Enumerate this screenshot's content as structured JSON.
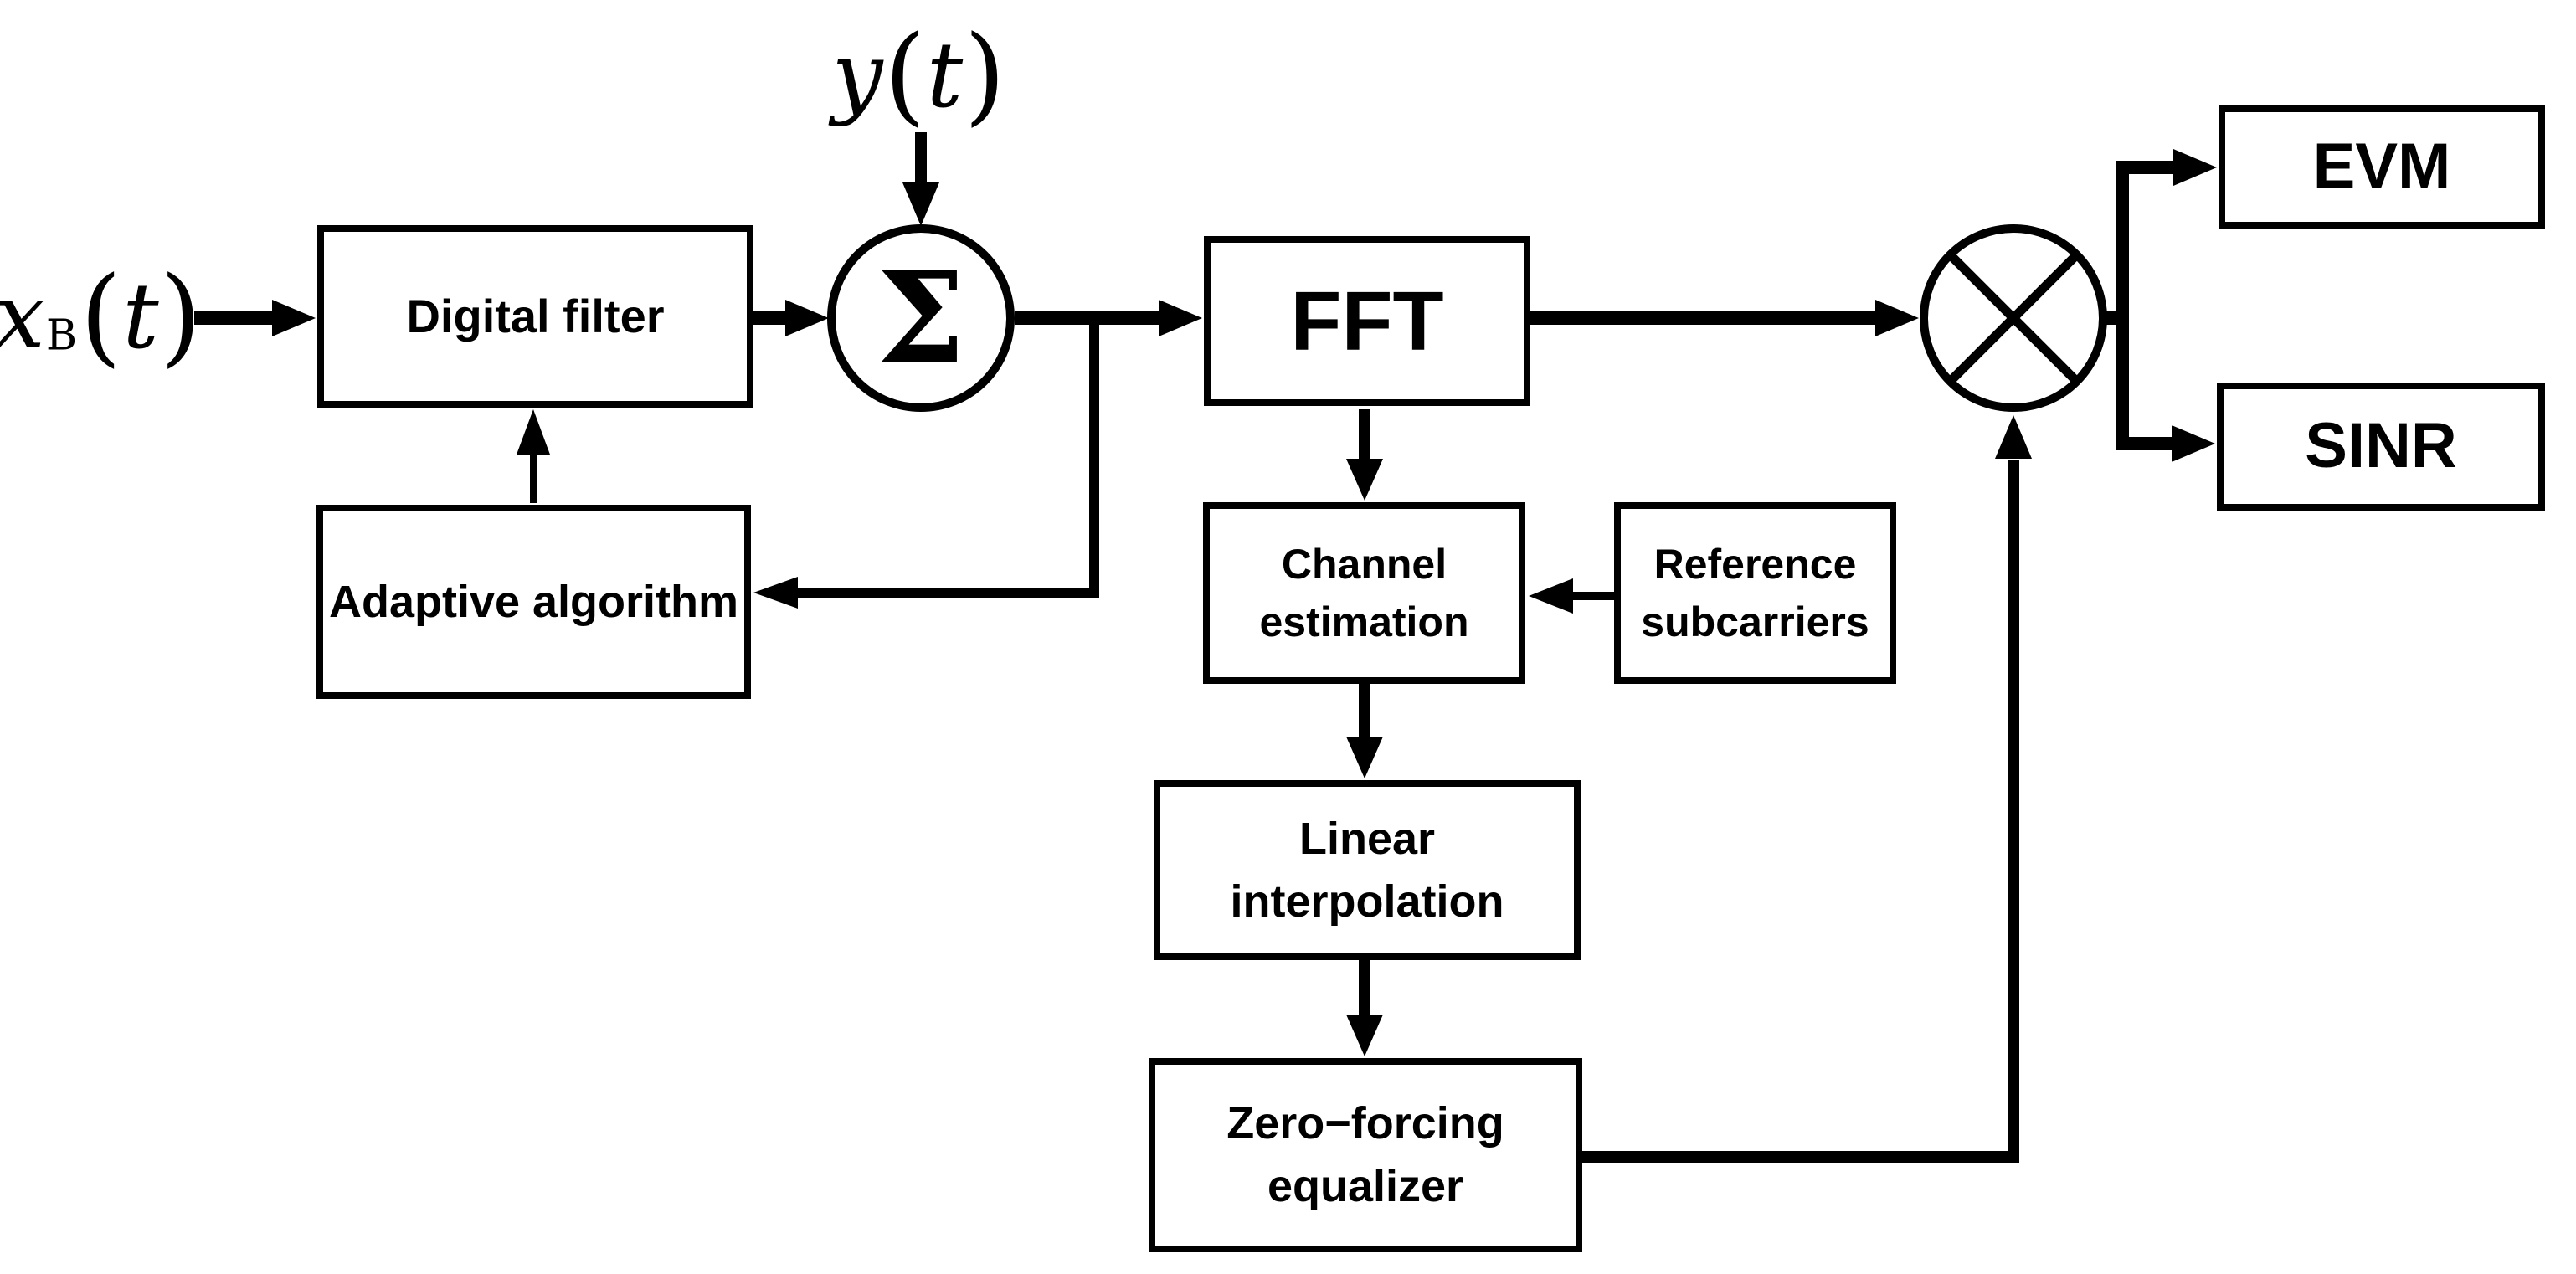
{
  "colors": {
    "background": "#ffffff",
    "line": "#000000"
  },
  "signals": {
    "input": {
      "base": "x",
      "sub": "B",
      "open": "(",
      "arg": "t",
      "close": ")"
    },
    "added": {
      "base": "y",
      "open": "(",
      "arg": "t",
      "close": ")"
    }
  },
  "nodes": {
    "digital_filter": {
      "label": "Digital filter"
    },
    "adaptive_algorithm": {
      "label": "Adaptive algorithm"
    },
    "summation": {
      "symbol": "Σ"
    },
    "fft": {
      "label": "FFT"
    },
    "channel_estimation": {
      "label": "Channel\nestimation"
    },
    "reference_subcarriers": {
      "label": "Reference\nsubcarriers"
    },
    "linear_interpolation": {
      "label": "Linear interpolation"
    },
    "zero_forcing_equalizer": {
      "label": "Zero−forcing\nequalizer"
    },
    "multiplier": {
      "icon": "multiply-cross"
    },
    "evm": {
      "label": "EVM"
    },
    "sinr": {
      "label": "SINR"
    }
  },
  "edges": [
    {
      "from": "x_B(t)",
      "to": "digital_filter"
    },
    {
      "from": "digital_filter",
      "to": "summation"
    },
    {
      "from": "y(t)",
      "to": "summation"
    },
    {
      "from": "summation",
      "to": "fft"
    },
    {
      "from": "summation_output_tap",
      "to": "adaptive_algorithm"
    },
    {
      "from": "adaptive_algorithm",
      "to": "digital_filter"
    },
    {
      "from": "fft",
      "to": "channel_estimation"
    },
    {
      "from": "reference_subcarriers",
      "to": "channel_estimation"
    },
    {
      "from": "channel_estimation",
      "to": "linear_interpolation"
    },
    {
      "from": "linear_interpolation",
      "to": "zero_forcing_equalizer"
    },
    {
      "from": "zero_forcing_equalizer",
      "to": "multiplier"
    },
    {
      "from": "fft",
      "to": "multiplier"
    },
    {
      "from": "multiplier",
      "to": "evm"
    },
    {
      "from": "multiplier",
      "to": "sinr"
    }
  ]
}
